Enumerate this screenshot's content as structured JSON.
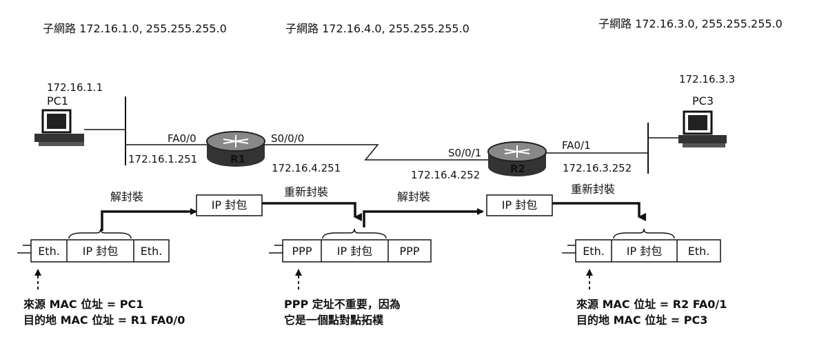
{
  "subnets": {
    "left": "子網路 172.16.1.0, 255.255.255.0",
    "middle": "子網路 172.16.4.0, 255.255.255.0",
    "right": "子網路 172.16.3.0, 255.255.255.0"
  },
  "pc1": {
    "ip": "172.16.1.1",
    "name": "PC1"
  },
  "pc3": {
    "ip": "172.16.3.3",
    "name": "PC3"
  },
  "r1": {
    "label": "R1",
    "fa_iface": "FA0/0",
    "fa_ip": "172.16.1.251",
    "serial_iface": "S0/0/0",
    "serial_ip": "172.16.4.251"
  },
  "r2": {
    "label": "R2",
    "serial_iface": "S0/0/1",
    "serial_ip": "172.16.4.252",
    "fa_iface": "FA0/1",
    "fa_ip": "172.16.3.252"
  },
  "process": {
    "decap1": "解封裝",
    "encap1": "重新封裝",
    "decap2": "解封裝",
    "encap2": "重新封裝",
    "ip_packet_1": "IP 封包",
    "ip_packet_2": "IP 封包"
  },
  "frames": {
    "left": {
      "header": "Eth.",
      "payload": "IP 封包",
      "trailer": "Eth."
    },
    "middle": {
      "header": "PPP",
      "payload": "IP 封包",
      "trailer": "PPP"
    },
    "right": {
      "header": "Eth.",
      "payload": "IP 封包",
      "trailer": "Eth."
    }
  },
  "notes": {
    "left_line1": "來源 MAC 位址 = PC1",
    "left_line2": "目的地 MAC 位址 = R1 FA0/0",
    "middle_line1": "PPP 定址不重要，因為",
    "middle_line2": "它是一個點對點拓樸",
    "right_line1": "來源 MAC 位址 = R2 FA0/1",
    "right_line2": "目的地 MAC 位址 = PC3"
  }
}
